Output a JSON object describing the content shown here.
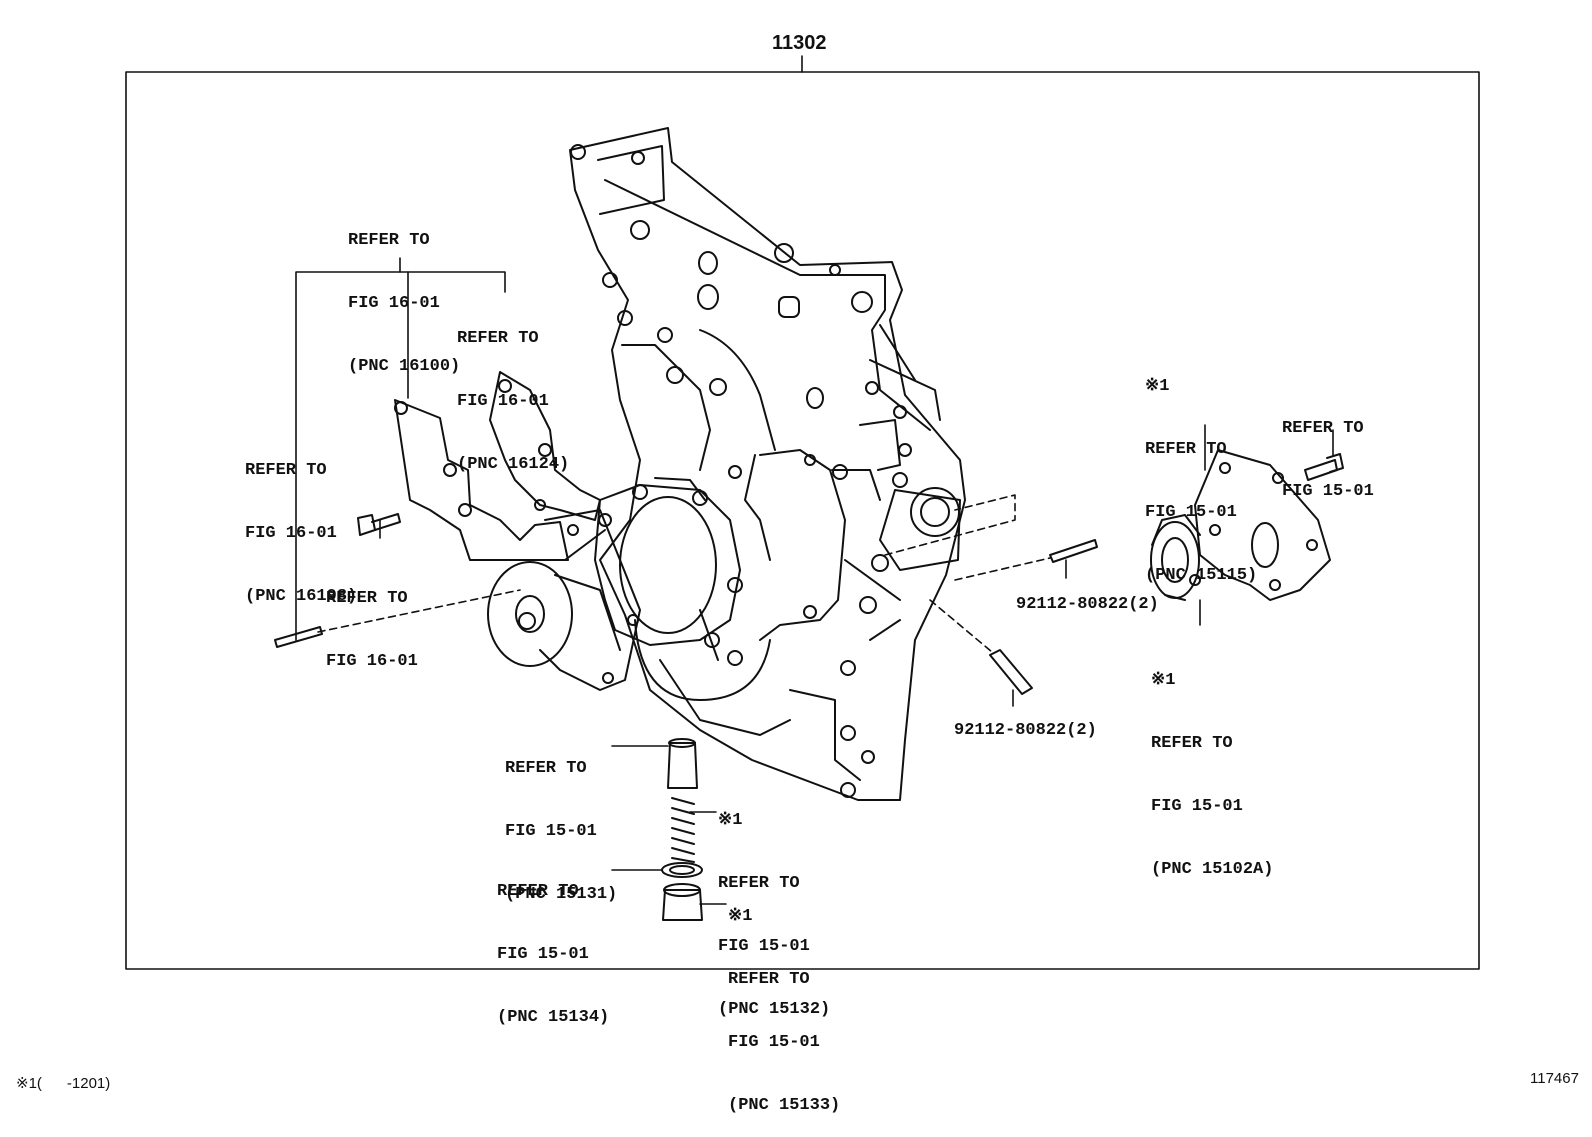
{
  "assembly_number": "11302",
  "callouts": {
    "pnc_16100": [
      "REFER TO",
      "FIG 16-01",
      "(PNC 16100)"
    ],
    "pnc_16124": [
      "REFER TO",
      "FIG 16-01",
      "(PNC 16124)"
    ],
    "pnc_16198": [
      "REFER TO",
      "FIG 16-01",
      "(PNC 16198)"
    ],
    "bolt_16": [
      "REFER TO",
      "FIG 16-01"
    ],
    "pnc_15115": [
      "※1",
      "REFER TO",
      "FIG 15-01",
      "(PNC 15115)"
    ],
    "bolt_15": [
      "REFER TO",
      "FIG 15-01"
    ],
    "pnc_15102a": [
      "※1",
      "REFER TO",
      "FIG 15-01",
      "(PNC 15102A)"
    ],
    "pnc_15131": [
      "REFER TO",
      "FIG 15-01",
      "(PNC 15131)"
    ],
    "pnc_15132": [
      "※1",
      "REFER TO",
      "FIG 15-01",
      "(PNC 15132)"
    ],
    "pnc_15134": [
      "REFER TO",
      "FIG 15-01",
      "(PNC 15134)"
    ],
    "pnc_15133": [
      "※1",
      "REFER TO",
      "FIG 15-01",
      "(PNC 15133)"
    ]
  },
  "part_labels": {
    "stud_upper": "92112-80822(2)",
    "stud_lower": "92112-80822(2)"
  },
  "footer": {
    "note": "※1(      -1201)",
    "illustration_id": "117467"
  }
}
